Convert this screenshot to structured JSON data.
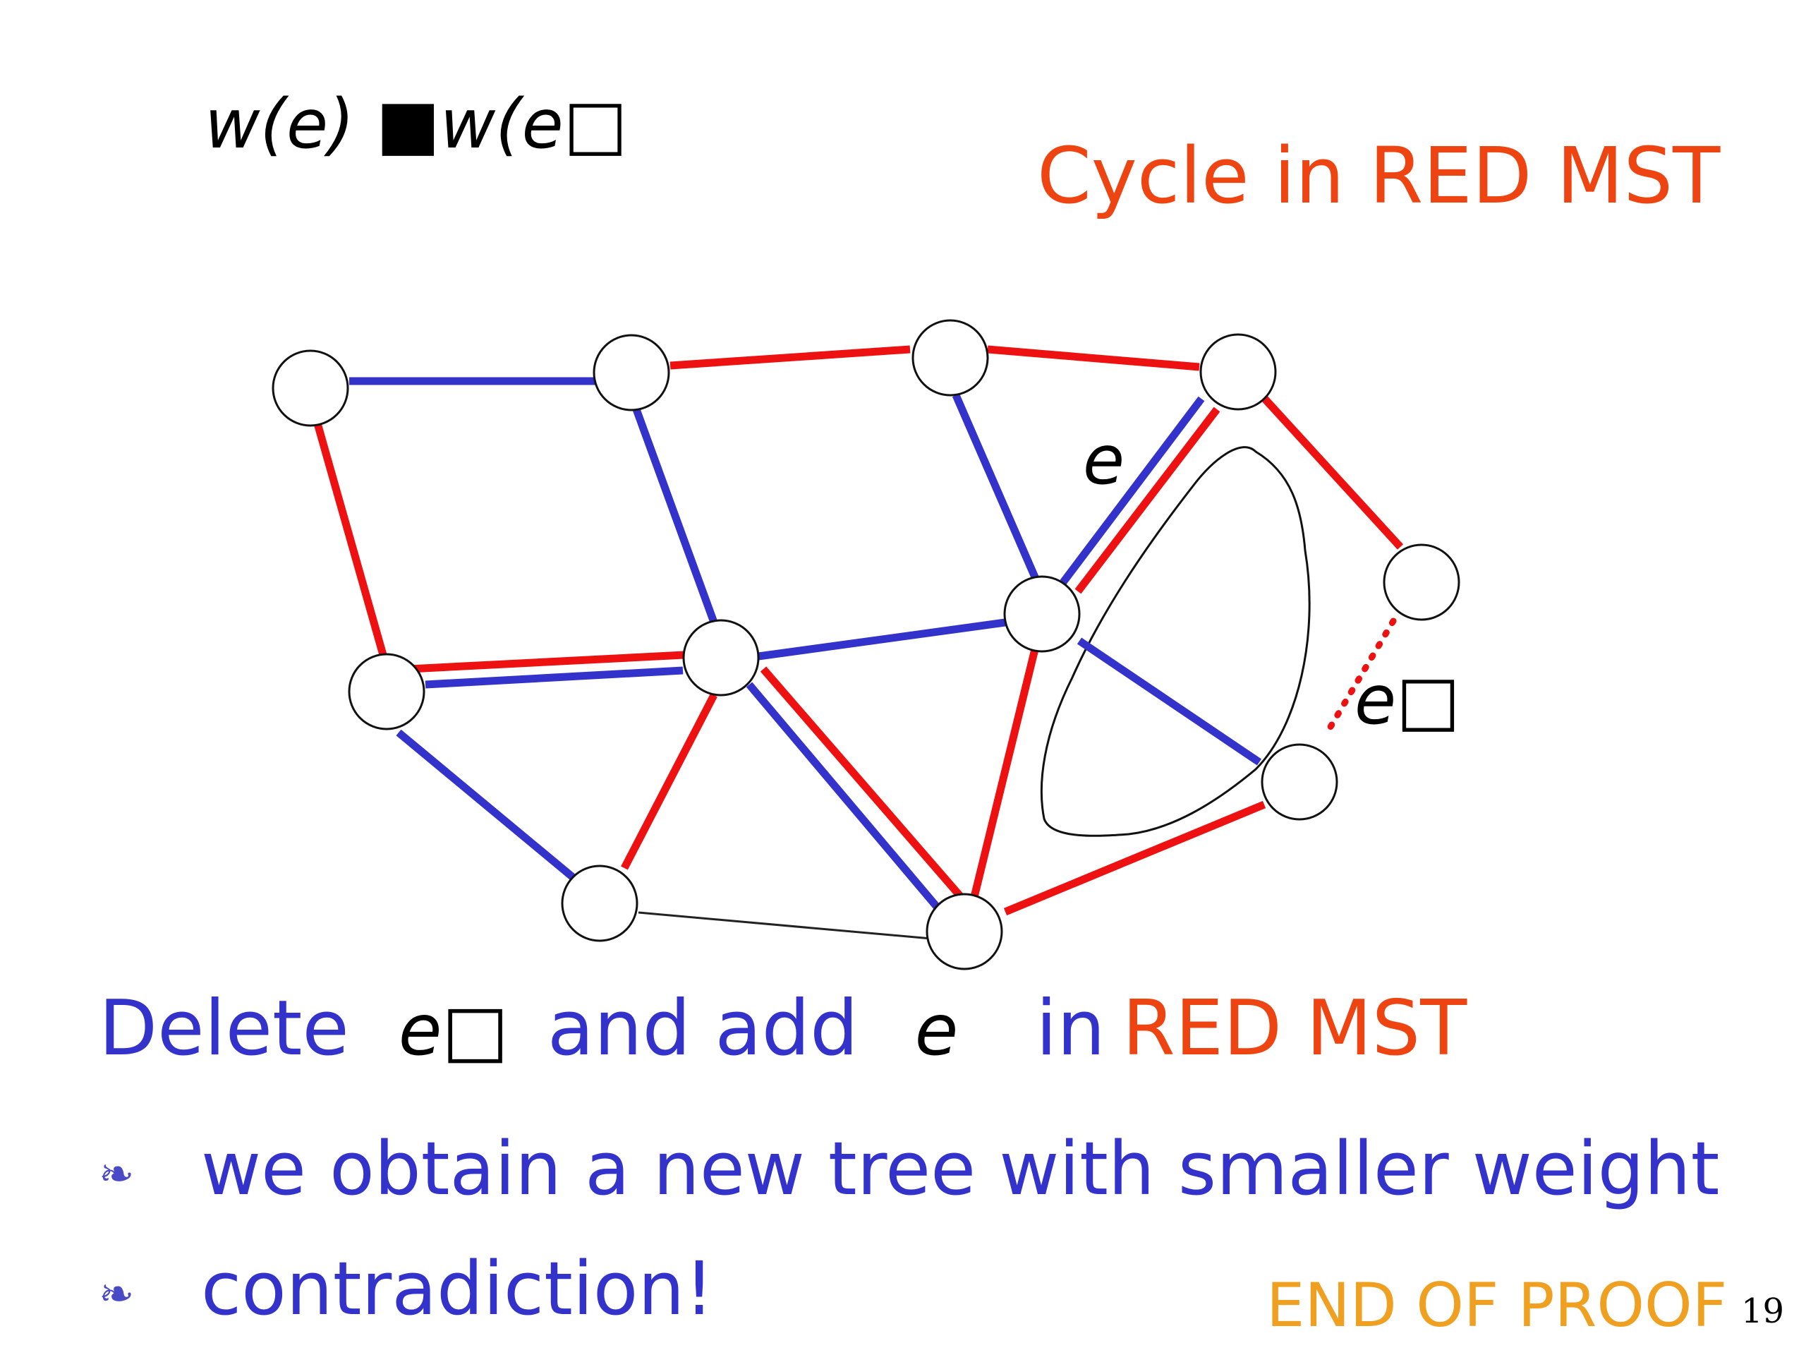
{
  "formula": "w(e) ■w(e□",
  "heading": "Cycle in RED MST",
  "edge_labels": {
    "e": "e",
    "e_prime": "e□"
  },
  "statement": {
    "delete": "Delete",
    "e_prime": "e□",
    "and_add": "and add",
    "e": "e",
    "in": "in",
    "red_mst": "RED MST"
  },
  "bullets": [
    {
      "mark": "❧",
      "text": "we obtain a new tree with smaller weight"
    },
    {
      "mark": "❧",
      "text": "contradiction!"
    }
  ],
  "end_of_proof": "END OF PROOF",
  "page_number": "19",
  "colors": {
    "red_tree": "#ee1111",
    "blue_tree": "#3333cc",
    "heading_red": "#ee4411",
    "end_of_proof_orange": "#f0a020"
  }
}
